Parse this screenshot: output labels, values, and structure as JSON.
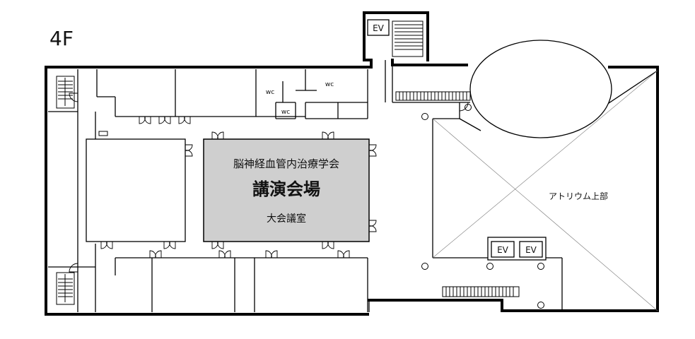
{
  "floor_label": "4F",
  "main_hall": {
    "organization": "脳神経血管内治療学会",
    "title": "講演会場",
    "room_name": "大会議室"
  },
  "restrooms": {
    "wc_1": "wc",
    "wc_2": "wc",
    "wc_3": "wc"
  },
  "elevators": {
    "ev_top": "EV",
    "ev_right_1": "EV",
    "ev_right_2": "EV"
  },
  "atrium_label": "アトリウム上部",
  "colors": {
    "hall_fill": "#cfcfcf",
    "wall": "#000000",
    "background": "#ffffff"
  }
}
